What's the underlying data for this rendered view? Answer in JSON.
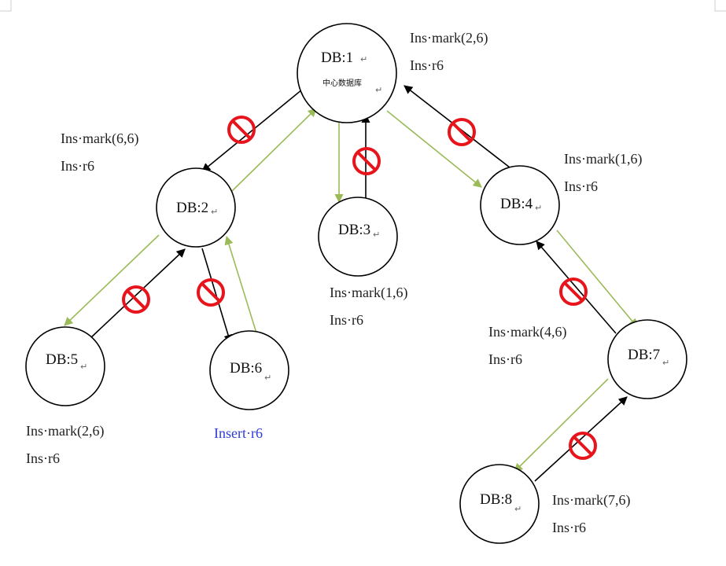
{
  "colors": {
    "black_edge": "#000000",
    "green_edge": "#9bbb59",
    "block": "#e8141c",
    "insert_text": "#2b3bd8"
  },
  "nodes": [
    {
      "id": "db1",
      "label": "DB:1",
      "sublabel": "中心数据库"
    },
    {
      "id": "db2",
      "label": "DB:2"
    },
    {
      "id": "db3",
      "label": "DB:3"
    },
    {
      "id": "db4",
      "label": "DB:4"
    },
    {
      "id": "db5",
      "label": "DB:5"
    },
    {
      "id": "db6",
      "label": "DB:6"
    },
    {
      "id": "db7",
      "label": "DB:7"
    },
    {
      "id": "db8",
      "label": "DB:8"
    }
  ],
  "annotations": {
    "db1": {
      "line1": "Ins·mark(2,6)",
      "line2": "Ins·r6"
    },
    "db2": {
      "line1": "Ins·mark(6,6)",
      "line2": "Ins·r6"
    },
    "db3": {
      "line1": "Ins·mark(1,6)",
      "line2": "Ins·r6"
    },
    "db4": {
      "line1": "Ins·mark(1,6)",
      "line2": "Ins·r6"
    },
    "db5": {
      "line1": "Ins·mark(2,6)",
      "line2": "Ins·r6"
    },
    "db6": {
      "line1": "Insert·r6"
    },
    "db7": {
      "line1": "Ins·mark(4,6)",
      "line2": "Ins·r6"
    },
    "db8": {
      "line1": "Ins·mark(7,6)",
      "line2": "Ins·r6"
    }
  },
  "paragraph_mark": "↵",
  "edges": [
    {
      "from": "db1",
      "to": "db2",
      "color": "black",
      "blocked": true
    },
    {
      "from": "db2",
      "to": "db1",
      "color": "green",
      "blocked": false
    },
    {
      "from": "db1",
      "to": "db3",
      "color": "green",
      "blocked": false
    },
    {
      "from": "db3",
      "to": "db1",
      "color": "black",
      "blocked": true
    },
    {
      "from": "db1",
      "to": "db4",
      "color": "green",
      "blocked": false
    },
    {
      "from": "db4",
      "to": "db1",
      "color": "black",
      "blocked": true
    },
    {
      "from": "db2",
      "to": "db5",
      "color": "green",
      "blocked": false
    },
    {
      "from": "db5",
      "to": "db2",
      "color": "black",
      "blocked": true
    },
    {
      "from": "db2",
      "to": "db6",
      "color": "black",
      "blocked": true
    },
    {
      "from": "db6",
      "to": "db2",
      "color": "green",
      "blocked": false
    },
    {
      "from": "db4",
      "to": "db7",
      "color": "green",
      "blocked": false
    },
    {
      "from": "db7",
      "to": "db4",
      "color": "black",
      "blocked": true
    },
    {
      "from": "db7",
      "to": "db8",
      "color": "green",
      "blocked": false
    },
    {
      "from": "db8",
      "to": "db7",
      "color": "black",
      "blocked": true
    }
  ]
}
